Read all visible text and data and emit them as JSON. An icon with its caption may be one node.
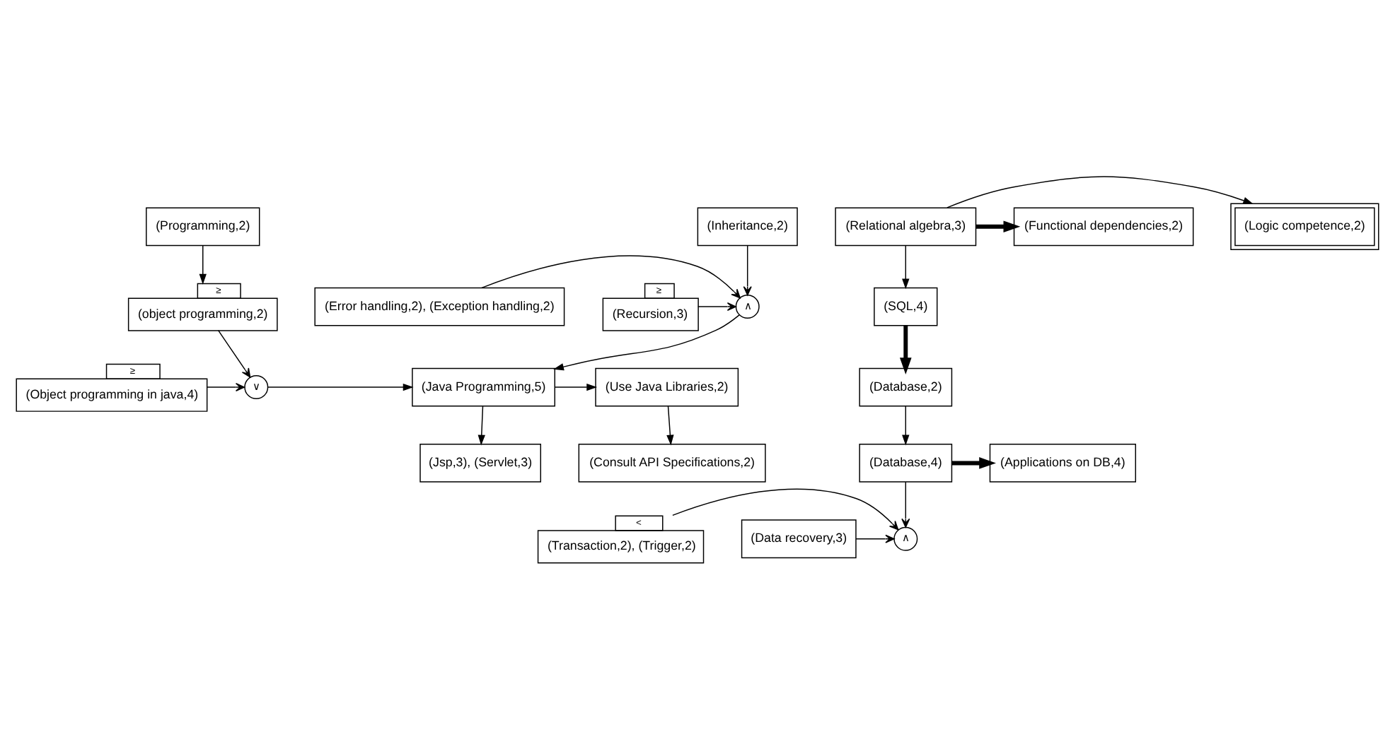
{
  "diagram": {
    "nodes": [
      {
        "text": [
          "(Inheritance,2)"
        ]
      },
      {
        "text": [
          "(Recursion,3)"
        ],
        "beside": [
          "≥"
        ]
      },
      {
        "text": [
          "∧"
        ]
      },
      {
        "text": [
          "(Error handling,2), (Exception handling,2)"
        ]
      },
      {
        "text": [
          "(Java Programming,5)"
        ]
      },
      {
        "text": [
          "(Use Java Libraries,2)"
        ]
      },
      {
        "text": [
          "(Object programming in java,4)"
        ],
        "beside": [
          "≥"
        ]
      },
      {
        "text": [
          "∨"
        ]
      },
      {
        "text": [
          "(object programming,2)"
        ],
        "beside": [
          "≥"
        ]
      },
      {
        "text": [
          "(Programming,2)"
        ]
      },
      {
        "text": [
          "(Jsp,3), (Servlet,3)"
        ]
      },
      {
        "text": [
          "(Consult API Specifications,2)"
        ]
      },
      {
        "text": [
          "(Logic competence,2)"
        ]
      },
      {
        "text": [
          "(Relational algebra,3)"
        ]
      },
      {
        "text": [
          "(Functional dependencies,2)"
        ]
      },
      {
        "text": [
          "(SQL,4)"
        ]
      },
      {
        "text": [
          "(Database,2)"
        ]
      },
      {
        "text": [
          "(Database,4)"
        ]
      },
      {
        "text": [
          "(Applications on DB,4)"
        ]
      },
      {
        "text": [
          "(Transaction,2), (Trigger,2)"
        ],
        "beside": [
          "<"
        ]
      },
      {
        "text": [
          "∧"
        ]
      },
      {
        "text": [
          "(Data recovery,3)"
        ]
      }
    ],
    "edges": [
      {
        "from": 0,
        "to": 2,
        "arrow": "to"
      },
      {
        "from": 1,
        "to": 2,
        "arrow": "to"
      },
      {
        "from": 3,
        "to": 2,
        "arrow": "to"
      },
      {
        "from": 2,
        "to": 4,
        "arrow": "to"
      },
      {
        "from": 6,
        "to": 7,
        "arrow": "to"
      },
      {
        "from": 8,
        "to": 7,
        "arrow": "to"
      },
      {
        "from": 7,
        "to": 4,
        "arrow": "to"
      },
      {
        "from": 9,
        "to": 8,
        "arrow": "to"
      },
      {
        "from": 4,
        "to": 5,
        "arrow": "to"
      },
      {
        "from": 4,
        "to": 10,
        "arrow": "to"
      },
      {
        "from": 5,
        "to": 11,
        "arrow": "to"
      },
      {
        "from": 13,
        "to": 12,
        "arrow": "to"
      },
      {
        "from": 13,
        "to": 14,
        "arrow": "to",
        "style": "thick"
      },
      {
        "from": 13,
        "to": 15,
        "arrow": "to"
      },
      {
        "from": 15,
        "to": 16,
        "arrow": "to",
        "style": "thick"
      },
      {
        "from": 16,
        "to": 17,
        "arrow": "to"
      },
      {
        "from": 17,
        "to": 18,
        "arrow": "to",
        "style": "thick"
      },
      {
        "from": 17,
        "to": 20,
        "arrow": "to"
      },
      {
        "from": 19,
        "to": 20,
        "arrow": "to"
      },
      {
        "from": 21,
        "to": 20,
        "arrow": "to"
      }
    ]
  }
}
